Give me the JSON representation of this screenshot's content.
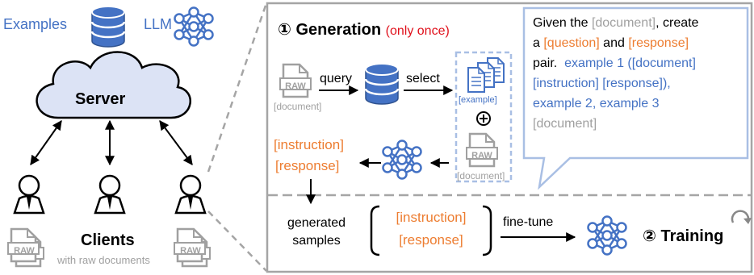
{
  "left_panel": {
    "examples_label": "Examples",
    "llm_label": "LLM",
    "server_label": "Server",
    "clients_label": "Clients",
    "clients_sublabel": "with raw documents",
    "raw_label": "RAW"
  },
  "generation": {
    "step_number": "①",
    "title": "Generation",
    "note": "(only once)",
    "raw_label": "RAW",
    "document_tag": "[document]",
    "query_label": "query",
    "select_label": "select",
    "example_tag": "[example]",
    "plus": "+",
    "instruction_tag": "[instruction]",
    "response_tag": "[response]"
  },
  "prompt_box": {
    "line1_a": "Given the ",
    "line1_doc": "[document]",
    "line1_b": ", create",
    "line2_a": "a ",
    "line2_q": "[question]",
    "line2_b": " and ",
    "line2_r": "[response]",
    "line3_a": "pair.",
    "line3_b": "example 1 ([document]",
    "line4": "[instruction] [response]),",
    "line5": "example 2, example 3",
    "line6": "[document]"
  },
  "training": {
    "generated_line1": "generated",
    "generated_line2": "samples",
    "instruction_tag": "[instruction]",
    "response_tag": "[response]",
    "finetune_label": "fine-tune",
    "step_number": "②",
    "title": "Training"
  },
  "colors": {
    "blue": "#4472c4",
    "orange": "#ed7d31",
    "red": "#e0101b",
    "gray": "#a0a0a0",
    "dashed_border": "#a5a5a5",
    "cloud_fill": "#dce3f5"
  }
}
